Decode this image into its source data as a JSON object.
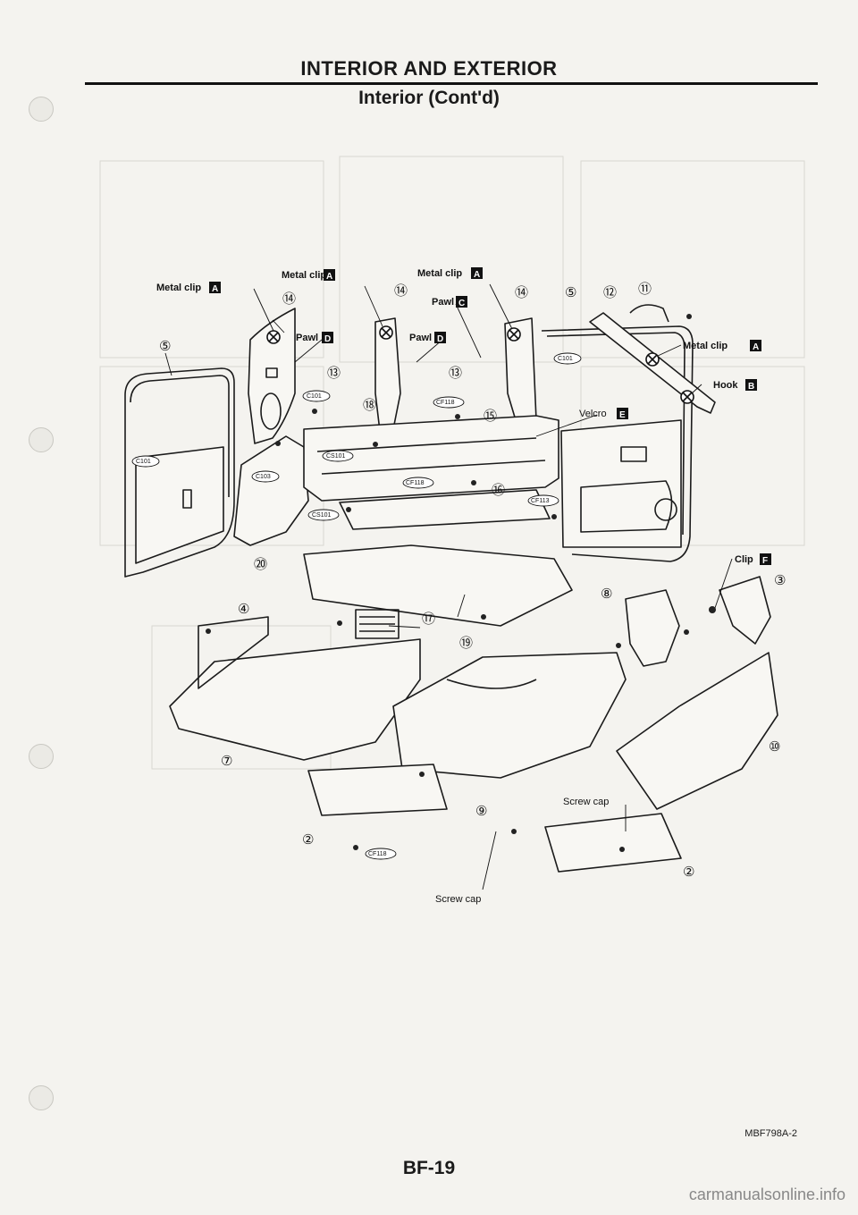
{
  "header": {
    "title": "INTERIOR AND EXTERIOR",
    "subtitle": "Interior (Cont'd)"
  },
  "diagram": {
    "callouts": {
      "metal_clip_a_1": "Metal clip",
      "metal_clip_a_2": "Metal clip",
      "metal_clip_a_3": "Metal clip",
      "metal_clip_a_4": "Metal clip",
      "pawl_c": "Pawl",
      "pawl_d_1": "Pawl",
      "pawl_d_2": "Pawl",
      "hook_b": "Hook",
      "velcro_e": "Velcro",
      "clip_f": "Clip",
      "screw_cap_1": "Screw cap",
      "screw_cap_2": "Screw cap"
    },
    "letters": {
      "a": "A",
      "b": "B",
      "c": "C",
      "d": "D",
      "e": "E",
      "f": "F"
    },
    "part_numbers": [
      "⑭",
      "⑭",
      "⑭",
      "⑤",
      "⑫",
      "⑪",
      "⑤",
      "⑬",
      "⑬",
      "⑱",
      "⑮",
      "⑯",
      "⑳",
      "④",
      "⑰",
      "⑲",
      "⑧",
      "③",
      "⑦",
      "⑨",
      "②",
      "②",
      "⑩"
    ],
    "clip_codes": [
      "C101",
      "C101",
      "C101",
      "C103",
      "CS101",
      "CS101",
      "CF118",
      "CF118",
      "CF118",
      "CF113"
    ]
  },
  "footer": {
    "figure_code": "MBF798A-2",
    "page_number": "BF-19",
    "watermark": "carmanualsonline.info"
  }
}
